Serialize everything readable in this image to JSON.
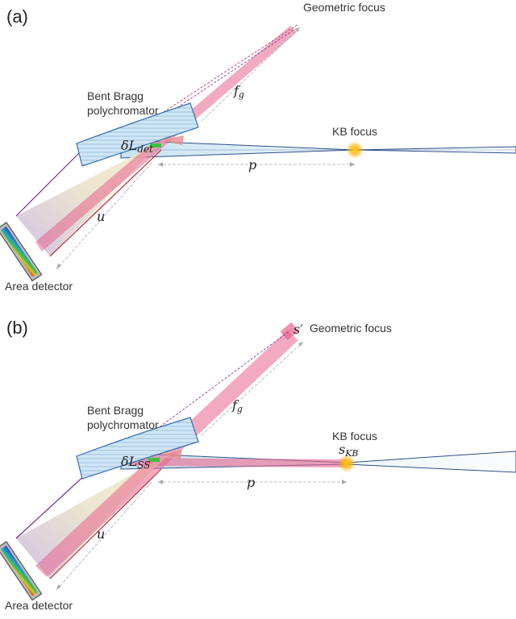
{
  "panels": [
    {
      "id": "a",
      "label": "(a)",
      "geometric_focus": "Geometric focus",
      "bent_bragg_line1": "Bent Bragg",
      "bent_bragg_line2": "polychromator",
      "kb_focus": "KB focus",
      "area_detector": "Area detector",
      "delta_L": "δL",
      "delta_L_sub": "det",
      "f_g": "f",
      "f_g_sub": "g",
      "p": "p",
      "u": "u"
    },
    {
      "id": "b",
      "label": "(b)",
      "s_prime": "s′",
      "geometric_focus": "Geometric focus",
      "bent_bragg_line1": "Bent Bragg",
      "bent_bragg_line2": "polychromator",
      "kb_focus": "KB focus",
      "s_kb": "s",
      "s_kb_sub": "KB",
      "area_detector": "Area detector",
      "delta_L": "δL",
      "delta_L_sub": "SS",
      "f_g": "f",
      "f_g_sub": "g",
      "p": "p",
      "u": "u"
    }
  ],
  "colors": {
    "beam_pink": "#e8648c",
    "crystal_fill": "#cfe6f5",
    "crystal_edge": "#3a6fb0",
    "kb_glow": "#ffb000",
    "detector_frame": "#555555",
    "purple_edge": "#7a2a9a",
    "red_edge": "#c02020"
  }
}
